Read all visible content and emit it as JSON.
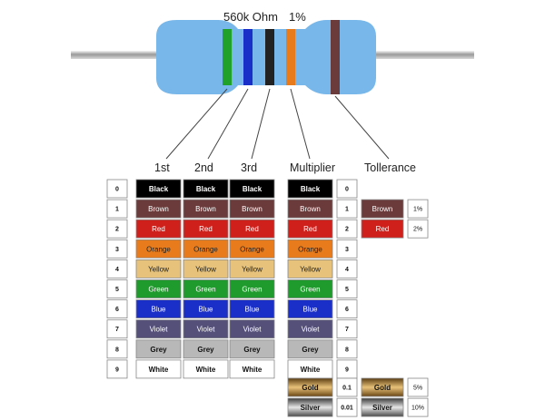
{
  "resistor": {
    "value_label": "560k Ohm",
    "tolerance_label": "1%",
    "band_colors": [
      "#20a12a",
      "#1a2ec8",
      "#222222",
      "#e87c1c",
      "#6b3a3a"
    ]
  },
  "headers": {
    "first": "1st",
    "second": "2nd",
    "third": "3rd",
    "multiplier": "Multiplier",
    "tolerance": "Tollerance"
  },
  "digits": [
    "0",
    "1",
    "2",
    "3",
    "4",
    "5",
    "6",
    "7",
    "8",
    "9"
  ],
  "colors": [
    {
      "name": "Black",
      "bg": "#000000",
      "fg": "#ffffff"
    },
    {
      "name": "Brown",
      "bg": "#6b3a3a",
      "fg": "#ffffff"
    },
    {
      "name": "Red",
      "bg": "#d0201c",
      "fg": "#ffffff"
    },
    {
      "name": "Orange",
      "bg": "#e87c1c",
      "fg": "#222222"
    },
    {
      "name": "Yellow",
      "bg": "#e6c27a",
      "fg": "#222222"
    },
    {
      "name": "Green",
      "bg": "#1f9a2c",
      "fg": "#ffffff"
    },
    {
      "name": "Blue",
      "bg": "#1a2ec8",
      "fg": "#ffffff"
    },
    {
      "name": "Violet",
      "bg": "#55507a",
      "fg": "#ffffff"
    },
    {
      "name": "Grey",
      "bg": "#b8b8b8",
      "fg": "#111111"
    },
    {
      "name": "White",
      "bg": "#ffffff",
      "fg": "#111111"
    }
  ],
  "multiplier_extra": [
    {
      "name": "Gold",
      "value": "0.1",
      "bg": "#b8862e"
    },
    {
      "name": "Silver",
      "value": "0.01",
      "bg": "#a8a8a8"
    }
  ],
  "tolerance_rows": [
    {
      "name": "Brown",
      "value": "1%",
      "bg": "#6b3a3a",
      "fg": "#ffffff"
    },
    {
      "name": "Red",
      "value": "2%",
      "bg": "#d0201c",
      "fg": "#ffffff"
    },
    {
      "name": "Gold",
      "value": "5%",
      "bg": "#b8862e",
      "fg": "#111111"
    },
    {
      "name": "Silver",
      "value": "10%",
      "bg": "#a8a8a8",
      "fg": "#111111"
    }
  ]
}
